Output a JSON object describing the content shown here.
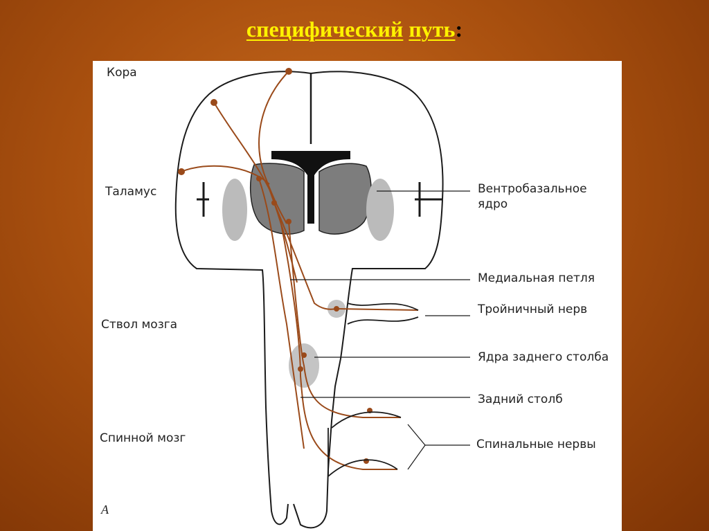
{
  "title": {
    "part1": "специфический",
    "part2": "путь",
    "colon": ":"
  },
  "labels": {
    "cortex": "Кора",
    "thalamus": "Таламус",
    "brainstem": "Ствол мозга",
    "spinal_cord": "Спинной мозг",
    "ventrobasal_line1": "Вентробазальное",
    "ventrobasal_line2": "ядро",
    "medial_lemniscus": "Медиальная петля",
    "trigeminal_nerve": "Тройничный нерв",
    "dorsal_column_nuclei": "Ядра заднего столба",
    "dorsal_column": "Задний столб",
    "spinal_nerves": "Спинальные нервы",
    "figure_letter": "А"
  },
  "colors": {
    "pathway": "#9a4a1a",
    "outline": "#1a1a1a",
    "background": "#b25a14",
    "title_highlight": "#fff200"
  }
}
